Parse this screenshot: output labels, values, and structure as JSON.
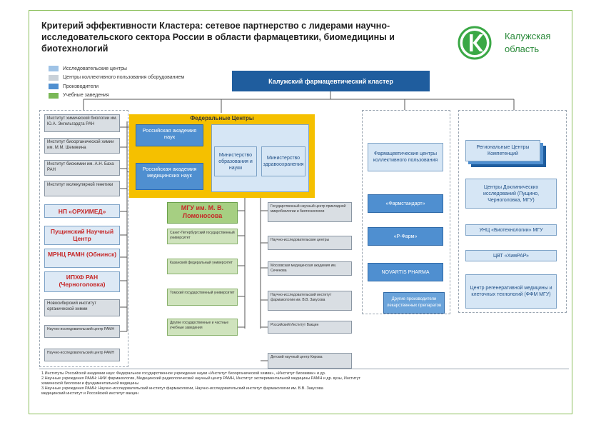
{
  "title": "Критерий эффективности Кластера: сетевое партнерство с лидерами научно-исследовательского сектора России в области фармацевтики, биомедицины и биотехнологий",
  "region": {
    "line1": "Калужская",
    "line2": "область"
  },
  "logo_letter": "К",
  "colors": {
    "accent_blue": "#1f5d9e",
    "federal_yellow": "#f5c000",
    "frame_green": "#8bbf5a",
    "logo_green": "#3aa845",
    "red_text": "#c62828"
  },
  "legend": [
    {
      "label": "Исследовательские центры",
      "color": "#9fc3e6"
    },
    {
      "label": "Центры коллективного пользования оборудованием",
      "color": "#c9d1d9"
    },
    {
      "label": "Производители",
      "color": "#4f8fd0"
    },
    {
      "label": "Учебные заведения",
      "color": "#7ab857"
    }
  ],
  "cluster": "Калужский фармацевтический кластер",
  "federal": {
    "title": "Федеральные Центры",
    "ran": "Российская академия наук",
    "ramn": "Российская академия медицинских наук",
    "minobr": "Министерство образования и науки",
    "minzdrav": "Министерство здравоохранения"
  },
  "left_col": [
    "Институт химической биологии им. Ю.А. Энгельгардта РАН",
    "Институт биоорганической химии им. М.М. Шемякина",
    "Институт биохимии им. А.Н. Баха РАН",
    "Институт молекулярной генетики",
    "НП «ОРХИМЕД»",
    "Пущинский Научный Центр",
    "МРНЦ РАМН (Обнинск)",
    "ИПХФ РАН (Черноголовка)",
    "Новосибирский институт органической химии",
    "Научно-исследовательский центр РАМН",
    "Научно-исследовательский центр РАМН"
  ],
  "mid_col": {
    "mgu": "МГУ им. М. В. Ломоносова",
    "items": [
      "Санкт-Петербургский государственный университет",
      "Казанский федеральный университет",
      "Томский государственный университет",
      "Другие государственные и частные учебные заведения"
    ]
  },
  "right_mid": [
    "Государственный научный центр прикладной микробиологии и биотехнологии",
    "Научно-исследовательские центры",
    "Московская медицинская академия им. Сеченова",
    "Научно-исследовательский институт фармакологии им. В.В. Закусова",
    "Российский Институт Вакцин",
    "Детский научный центр Кирова"
  ],
  "pharma": {
    "header": "Фармацевтические центры коллективного пользования",
    "items": [
      "«Фармстандарт»",
      "«Р-Фарм»",
      "NOVARTIS PHARMA",
      "Другие производители лекарственных препаратов"
    ]
  },
  "far_right": {
    "header": "Региональные Центры Компетенций",
    "items": [
      "Центры Доклинических исследований (Пущино, Черноголовка, МГУ)",
      "УНЦ «Биотехнологии» МГУ",
      "ЦВТ «ХимРАР»",
      "Центр регенеративной медицины и клеточных технологий (ФФМ МГУ)"
    ]
  },
  "notes": [
    "1.Институты Российской академии наук: Федеральное государственное учреждение науки «Институт биоорганической химии», «Институт биохимии» и др.",
    "2.Научные учреждения РАМН: НИИ фармакологии, Медицинский радиологический научный центр РАМН, Институт экспериментальной медицины РАМН и др. вузы, Институт",
    "химической биологии и фундаментальной медицины",
    "3.Научные учреждения РАМН: Научно-исследовательский институт фармакологии, Научно-исследовательский институт фармакологии им. В.В. Закусова",
    "медицинский институт и Российский институт вакцин"
  ]
}
